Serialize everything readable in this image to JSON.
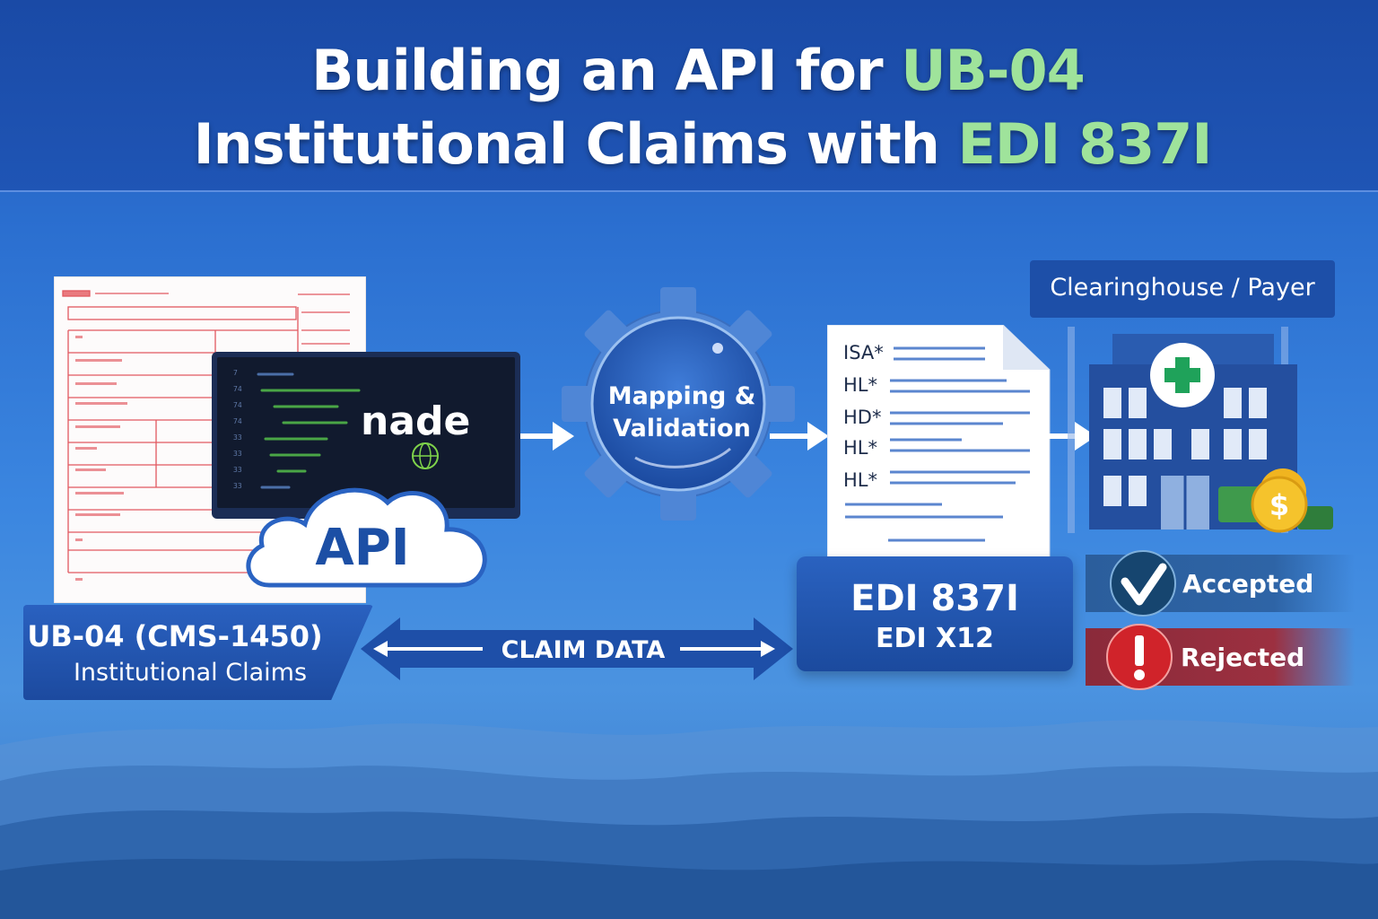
{
  "title": {
    "line1_prefix": "Building an API for ",
    "line1_highlight": "UB-04",
    "line2_prefix": "Institutional Claims with ",
    "line2_highlight": "EDI 837I"
  },
  "ub04": {
    "label_line1": "UB-04 (CMS-1450)",
    "label_line2": "Institutional Claims"
  },
  "api": {
    "cloud_label": "API",
    "runtime_logo": "nade"
  },
  "mapping": {
    "label_line1": "Mapping &",
    "label_line2": "Validation"
  },
  "edi_doc": {
    "segments": [
      "ISA*",
      "HL*",
      "HD*",
      "HL*",
      "HL*"
    ]
  },
  "edi_box": {
    "label_line1": "EDI 837I",
    "label_line2": "EDI X12"
  },
  "claim_data": {
    "label": "CLAIM DATA"
  },
  "payer": {
    "label": "Clearinghouse / Payer",
    "currency_symbol": "$"
  },
  "statuses": {
    "accepted": "Accepted",
    "rejected": "Rejected"
  },
  "colors": {
    "title_highlight": "#9fe39b",
    "box_blue": "#1e4fa8",
    "accepted": "#2a5a92",
    "rejected": "#c9242c",
    "cross": "#1fa25a"
  }
}
